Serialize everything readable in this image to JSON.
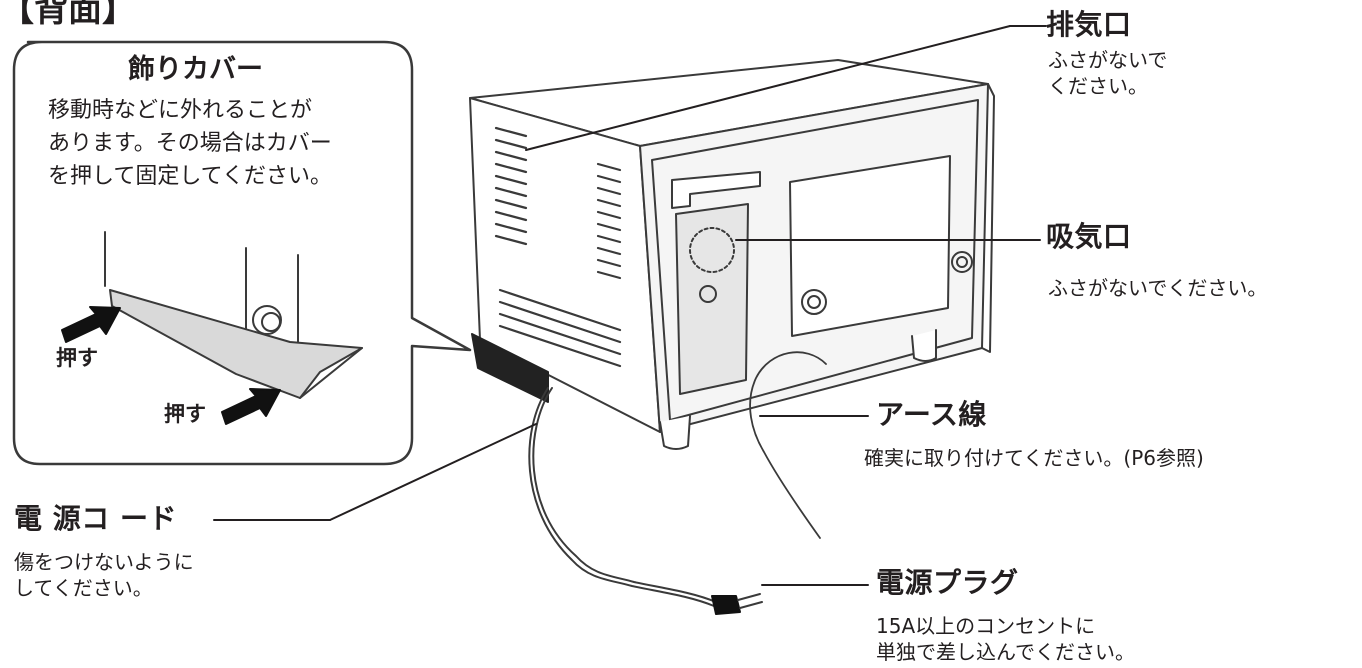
{
  "page_title": "【背面】",
  "inset": {
    "title": "飾りカバー",
    "lines": [
      "移動時などに外れることが",
      "あります。その場合はカバー",
      "を押して固定してください。"
    ],
    "push_label_1": "押す",
    "push_label_2": "押す"
  },
  "callouts": {
    "exhaust": {
      "title": "排気口",
      "lines": [
        "ふさがないで",
        "ください。"
      ]
    },
    "intake": {
      "title": "吸気口",
      "lines": [
        "ふさがないでください。"
      ]
    },
    "earth": {
      "title": "アース線",
      "lines": [
        "確実に取り付けてください。(P6参照)"
      ]
    },
    "cord": {
      "title": "電 源コ ード",
      "lines": [
        "傷をつけないように",
        "してください。"
      ]
    },
    "plug": {
      "title": "電源プラグ",
      "lines": [
        "15A以上のコンセントに",
        "単独で差し込んでください。"
      ]
    }
  },
  "colors": {
    "ink": "#231f20",
    "line": "#3a3a3a",
    "panel": "#eeeeee",
    "cover": "#d9d9d9"
  }
}
